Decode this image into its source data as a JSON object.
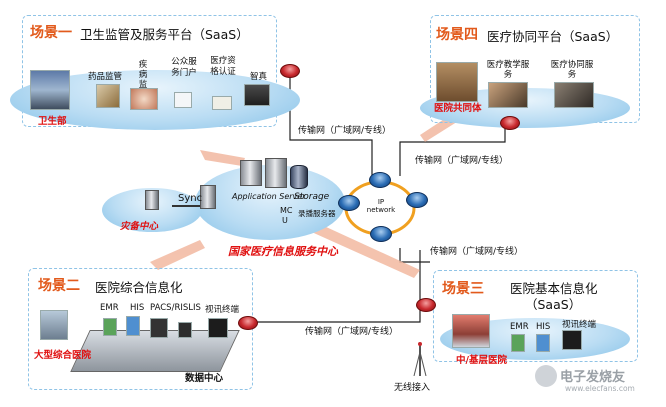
{
  "scene1": {
    "label": "场景一",
    "title": "卫生监管及服务平台（SaaS）",
    "items": [
      "药品监管",
      "疾病监测",
      "公众服务门户",
      "医疗资格认证",
      "智真"
    ],
    "org": "卫生部"
  },
  "scene4": {
    "label": "场景四",
    "title": "医疗协同平台（SaaS）",
    "items": [
      "医疗教学服务",
      "医疗协同服务"
    ],
    "org": "医院共同体"
  },
  "center": {
    "app_server": "Application Server",
    "storage": "Storage",
    "mc": "MC",
    "mcu": "U",
    "kb_server": "录播服务器",
    "sync": "Sync",
    "disaster": "灾备中心",
    "title": "国家医疗信息服务中心",
    "ip_network": "IP network"
  },
  "links": {
    "top": "传输网（广域网/专线）",
    "mid": "传输网（广域网/专线）",
    "right": "传输网（广域网/专线）",
    "bottom": "传输网（广域网/专线）"
  },
  "scene2": {
    "label": "场景二",
    "title": "医院综合信息化",
    "items": [
      "EMR",
      "HIS",
      "PACS/RISLIS",
      "视讯终端"
    ],
    "org": "大型综合医院",
    "dc": "数据中心"
  },
  "scene3": {
    "label": "场景三",
    "title_line1": "医院基本信息化",
    "title_line2": "（SaaS）",
    "items": [
      "EMR",
      "HIS",
      "视讯终端"
    ],
    "org": "中/基层医院"
  },
  "wireless": "无线接入",
  "watermark": "电子发烧友",
  "watermark_url": "www.elecfans.com",
  "colors": {
    "accent": "#e25a1c",
    "red_label": "#e01010",
    "dash": "#8fc3e6",
    "cloud": "#b9dcf3"
  }
}
